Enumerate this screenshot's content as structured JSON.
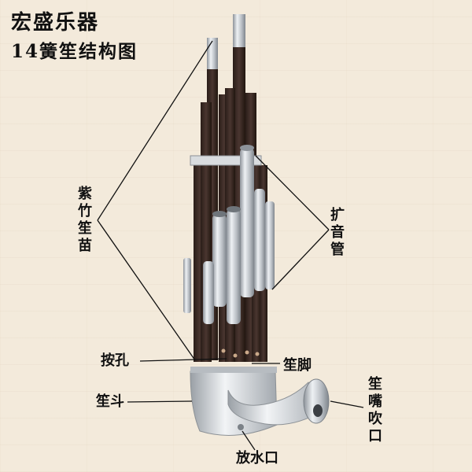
{
  "header": {
    "brand": "宏盛乐器",
    "subtitle": "14簧笙结构图"
  },
  "labels": {
    "zizhu_shengmiao": "紫竹笙苗",
    "kuoyin_guan": "扩音管",
    "an_kong": "按孔",
    "sheng_jiao": "笙脚",
    "sheng_dou": "笙斗",
    "sheng_zui_chuikou": "笙嘴吹口",
    "fang_shui_kou": "放水口"
  },
  "colors": {
    "background": "#f3eadb",
    "bamboo": "#3b2a24",
    "metal": "#c9cdd2",
    "line": "#111111"
  }
}
